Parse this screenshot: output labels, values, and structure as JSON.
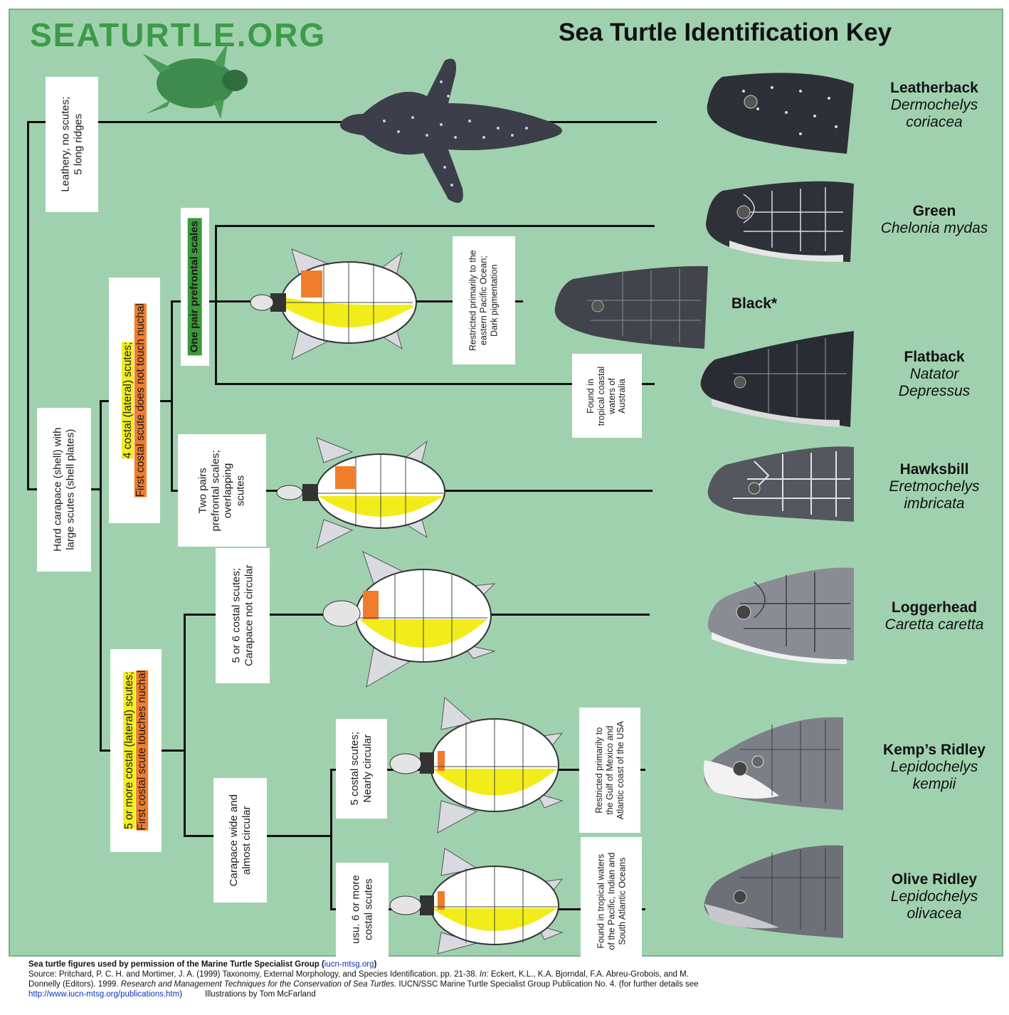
{
  "header": {
    "site": "SEATURTLE.ORG",
    "title": "Sea Turtle Identification Key"
  },
  "key": {
    "leathery": [
      "Leathery, no scutes;",
      "5 long ridges"
    ],
    "hard": [
      "Hard carapace (shell) with",
      "large scutes (shell plates)"
    ],
    "four_costal_a": "4 costal (lateral) scutes;",
    "four_costal_b": "First costal scute does not touch nuchal",
    "one_pair": "One pair prefrontal scales",
    "two_pairs": [
      "Two pairs",
      "prefrontal scales;",
      "overlapping",
      "scutes"
    ],
    "five_more_a": "5 or more costal (lateral) scutes;",
    "five_more_b": "First costal scute touches nuchal",
    "five_six": [
      "5 or 6 costal scutes;",
      "Carapace not circular"
    ],
    "wide": [
      "Carapace wide and",
      "almost circular"
    ],
    "five_circ": [
      "5 costal scutes;",
      "Nearly circular"
    ],
    "six_more": [
      "usu. 6 or more",
      "costal scutes"
    ],
    "black_note": [
      "Restricted primarily to the",
      "eastern Pacific Ocean;",
      "Dark pigmentation"
    ],
    "flatback_note": [
      "Found in",
      "tropical coastal",
      "waters of",
      "Australia"
    ],
    "kemps_note": [
      "Restricted primarily to",
      "the Gulf of Mexico and",
      "Atlantic coast of the USA"
    ],
    "olive_note": [
      "Found in tropical waters",
      "of the Pacific, Indian and",
      "South Atlantic Oceans"
    ]
  },
  "species": [
    {
      "common": "Leatherback",
      "latin1": "Dermochelys",
      "latin2": "coriacea"
    },
    {
      "common": "Green",
      "latin1": "Chelonia mydas",
      "latin2": ""
    },
    {
      "common": "Black*",
      "latin1": "",
      "latin2": ""
    },
    {
      "common": "Flatback",
      "latin1": "Natator",
      "latin2": "Depressus"
    },
    {
      "common": "Hawksbill",
      "latin1": "Eretmochelys",
      "latin2": "imbricata"
    },
    {
      "common": "Loggerhead",
      "latin1": "Caretta caretta",
      "latin2": ""
    },
    {
      "common": "Kemp’s Ridley",
      "latin1": "Lepidochelys",
      "latin2": "kempii"
    },
    {
      "common": "Olive Ridley",
      "latin1": "Lepidochelys",
      "latin2": "olivacea"
    }
  ],
  "footer": {
    "line1_bold": "Sea turtle figures used by permission of the Marine Turtle Specialist Group (",
    "line1_link": "iucn-mtsg.org",
    "line1_end": ")",
    "line2a": "Source: Pritchard, P. C. H. and Mortimer, J. A. (1999) Taxonomy, External Morphology, and Species Identification. pp. 21-38. ",
    "line2_in": "In:",
    "line2b": " Eckert, K.L., K.A. Bjorndal, F.A. Abreu-Grobois, and M.",
    "line3a": "Donnelly (Editors). 1999. ",
    "line3_italic": "Research and Management Techniques for the Conservation of Sea Turtles.",
    "line3b": " IUCN/SSC Marine Turtle Specialist Group Publication No. 4. (for further details see",
    "line4_link": "http://www.iucn-mtsg.org/publications.htm",
    "line4b": ")          Illustrations by Tom McFarland"
  },
  "colors": {
    "background": "#a0d1ae",
    "yellow": "#f4ec22",
    "orange": "#ee7e2c",
    "green": "#3c9a3c"
  }
}
